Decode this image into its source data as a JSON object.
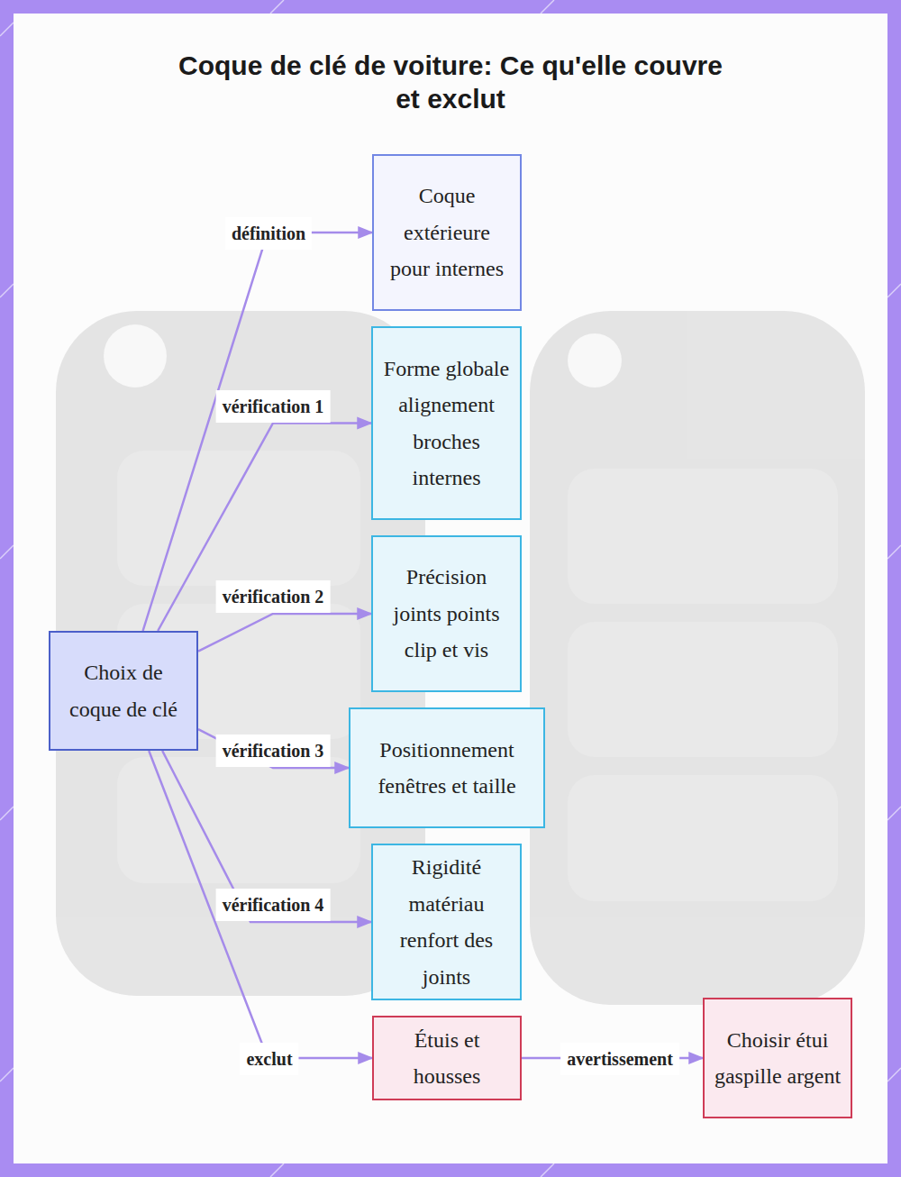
{
  "diagram": {
    "title": "Coque de clé de voiture: Ce qu'elle couvre et exclut",
    "nodes": [
      {
        "text": [
          "Choix de coque de clé"
        ]
      },
      {
        "text": [
          "Coque extérieure pour internes"
        ]
      },
      {
        "text": [
          "Forme globale alignement broches internes"
        ]
      },
      {
        "text": [
          "Précision joints points clip et vis"
        ]
      },
      {
        "text": [
          "Positionnement fenêtres et taille"
        ]
      },
      {
        "text": [
          "Rigidité matériau renfort des joints"
        ]
      },
      {
        "text": [
          "Étuis et housses"
        ]
      },
      {
        "text": [
          "Choisir étui gaspille argent"
        ]
      }
    ],
    "edges": [
      {
        "from": 0,
        "to": 1,
        "label": "définition",
        "arrow": "to"
      },
      {
        "from": 0,
        "to": 2,
        "label": "vérification 1",
        "arrow": "to"
      },
      {
        "from": 0,
        "to": 3,
        "label": "vérification 2",
        "arrow": "to"
      },
      {
        "from": 0,
        "to": 4,
        "label": "vérification 3",
        "arrow": "to"
      },
      {
        "from": 0,
        "to": 5,
        "label": "vérification 4",
        "arrow": "to"
      },
      {
        "from": 0,
        "to": 6,
        "label": "exclut",
        "arrow": "to"
      },
      {
        "from": 6,
        "to": 7,
        "label": "avertissement",
        "arrow": "to"
      }
    ]
  }
}
